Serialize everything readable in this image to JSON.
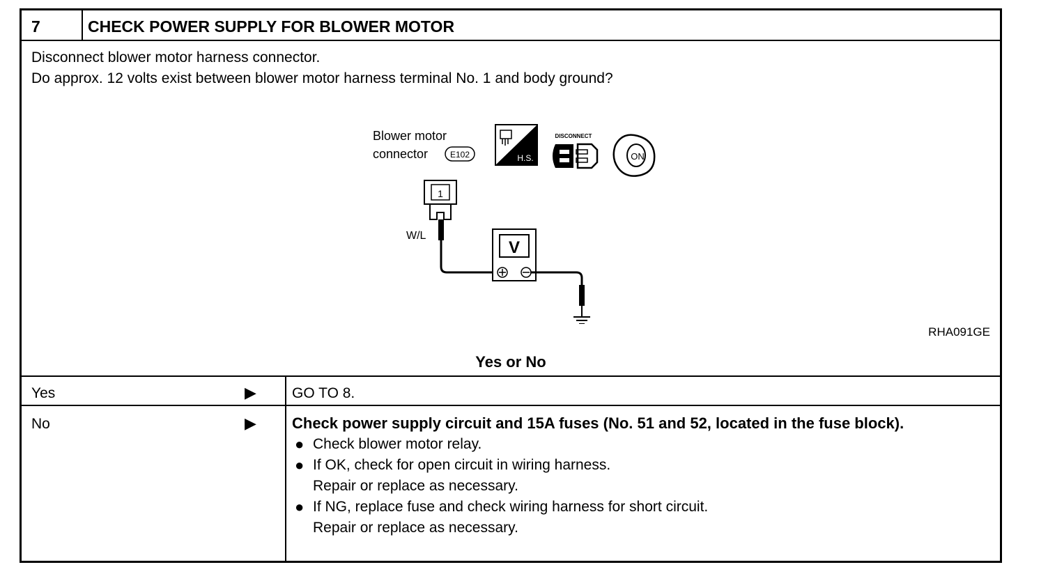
{
  "step": {
    "number": "7",
    "title": "CHECK POWER SUPPLY FOR BLOWER MOTOR"
  },
  "instructions": [
    "Disconnect blower motor harness connector.",
    "Do approx. 12 volts exist between blower motor harness terminal No. 1 and body ground?"
  ],
  "diagram": {
    "connector_label_line1": "Blower motor",
    "connector_label_line2": "connector",
    "connector_code": "E102",
    "terminal_number": "1",
    "wire_color": "W/L",
    "meter_symbol": "V",
    "hs_label": "H.S.",
    "disconnect_label": "DISCONNECT",
    "ignition_label": "ON",
    "figure_id": "RHA091GE"
  },
  "question": "Yes or No",
  "rows": {
    "yes": {
      "label": "Yes",
      "action": "GO TO 8."
    },
    "no": {
      "label": "No",
      "action_heading": "Check power supply circuit and 15A fuses (No. 51 and 52, located in the fuse block).",
      "bullets": [
        {
          "text": "Check blower motor relay.",
          "sub": ""
        },
        {
          "text": "If OK, check for open circuit in wiring harness.",
          "sub": "Repair or replace as necessary."
        },
        {
          "text": "If NG, replace fuse and check wiring harness for short circuit.",
          "sub": "Repair or replace as necessary."
        }
      ]
    }
  },
  "icons": {
    "row_arrow": "right-triangle-arrow-icon",
    "bullet": "bullet-dot-icon"
  }
}
